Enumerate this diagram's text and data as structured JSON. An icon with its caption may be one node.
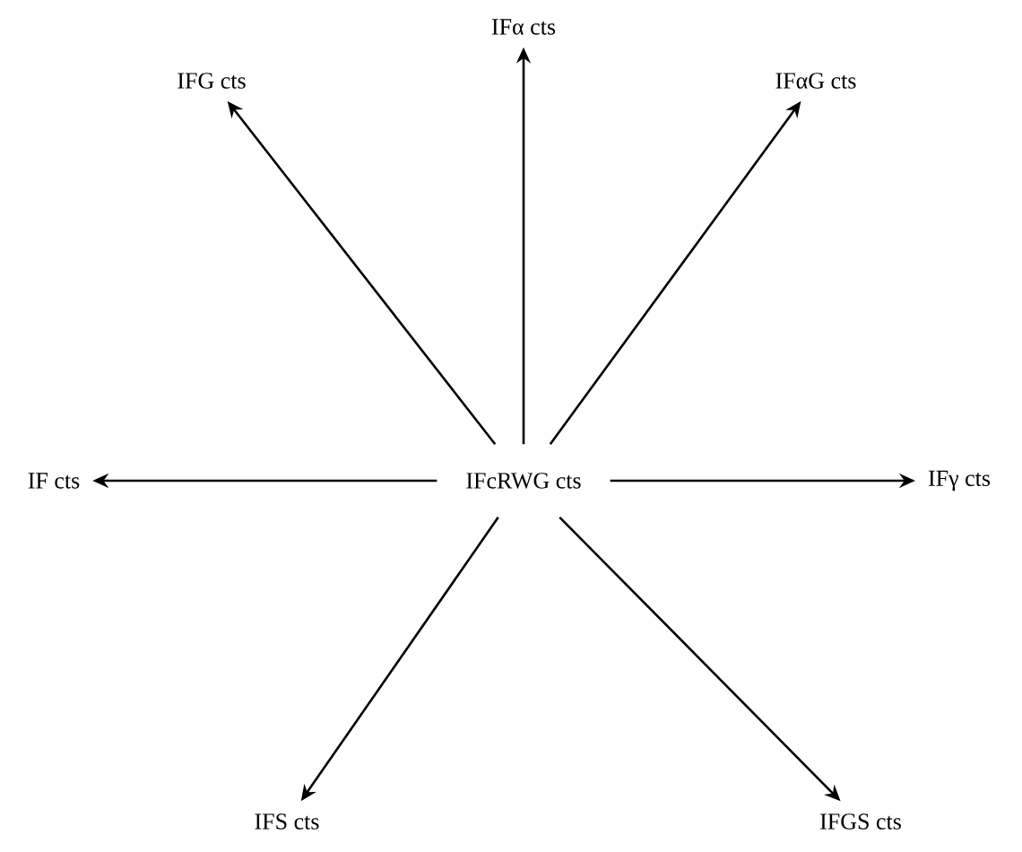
{
  "diagram": {
    "nodes": [
      {
        "text": [
          "IFcRWG cts"
        ]
      },
      {
        "text": [
          "IFα cts"
        ]
      },
      {
        "text": [
          "IFG cts"
        ]
      },
      {
        "text": [
          "IFαG cts"
        ]
      },
      {
        "text": [
          "IF cts"
        ]
      },
      {
        "text": [
          "IFγ cts"
        ]
      },
      {
        "text": [
          "IFS cts"
        ]
      },
      {
        "text": [
          "IFGS cts"
        ]
      }
    ],
    "edges": [
      {
        "from": 0,
        "to": 1,
        "arrow": "to"
      },
      {
        "from": 0,
        "to": 2,
        "arrow": "to"
      },
      {
        "from": 0,
        "to": 3,
        "arrow": "to"
      },
      {
        "from": 0,
        "to": 4,
        "arrow": "to"
      },
      {
        "from": 0,
        "to": 5,
        "arrow": "to"
      },
      {
        "from": 0,
        "to": 6,
        "arrow": "to"
      },
      {
        "from": 0,
        "to": 7,
        "arrow": "to"
      }
    ]
  }
}
